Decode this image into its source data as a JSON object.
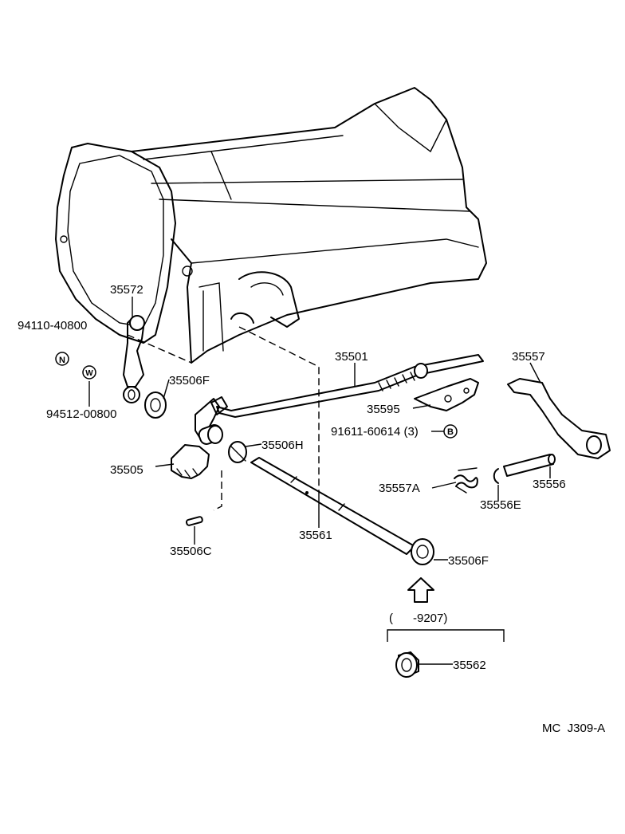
{
  "labels": {
    "p35572": "35572",
    "p94110": "94110-40800",
    "p94512": "94512-00800",
    "p35506F_top": "35506F",
    "p35505": "35505",
    "p35506H": "35506H",
    "p35506C": "35506C",
    "p35561": "35561",
    "p35501": "35501",
    "p35595": "35595",
    "p91611": "91611-60614 (3)",
    "p35557": "35557",
    "p35557A": "35557A",
    "p35556": "35556",
    "p35556E": "35556E",
    "p35506F_bot": "35506F",
    "p35562": "35562",
    "range": "(      -9207)",
    "ref_code": "MC  J309-A"
  },
  "symbols": {
    "n_circle": "N",
    "w_circle": "W",
    "b_circle": "B"
  }
}
